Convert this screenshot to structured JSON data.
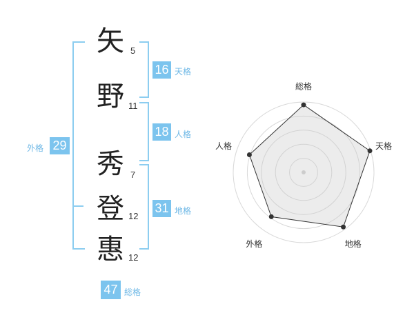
{
  "name": {
    "chars": [
      {
        "char": "矢",
        "strokes": "5"
      },
      {
        "char": "野",
        "strokes": "11"
      },
      {
        "char": "秀",
        "strokes": "7"
      },
      {
        "char": "登",
        "strokes": "12"
      },
      {
        "char": "惠",
        "strokes": "12"
      }
    ]
  },
  "scores": {
    "tenkaku": {
      "value": "16",
      "label": "天格"
    },
    "jinkaku": {
      "value": "18",
      "label": "人格"
    },
    "chikaku": {
      "value": "31",
      "label": "地格"
    },
    "gaikaku": {
      "value": "29",
      "label": "外格"
    },
    "soukaku": {
      "value": "47",
      "label": "総格"
    }
  },
  "chart_data": {
    "type": "radar",
    "axes": [
      "総格",
      "天格",
      "地格",
      "外格",
      "人格"
    ],
    "values": [
      0.96,
      0.99,
      0.96,
      0.78,
      0.81
    ],
    "range": [
      0,
      1
    ],
    "rings": 5
  },
  "colors": {
    "accent": "#7cc4ee",
    "bracket": "#8ccdf0",
    "label": "#6fb8e6"
  }
}
